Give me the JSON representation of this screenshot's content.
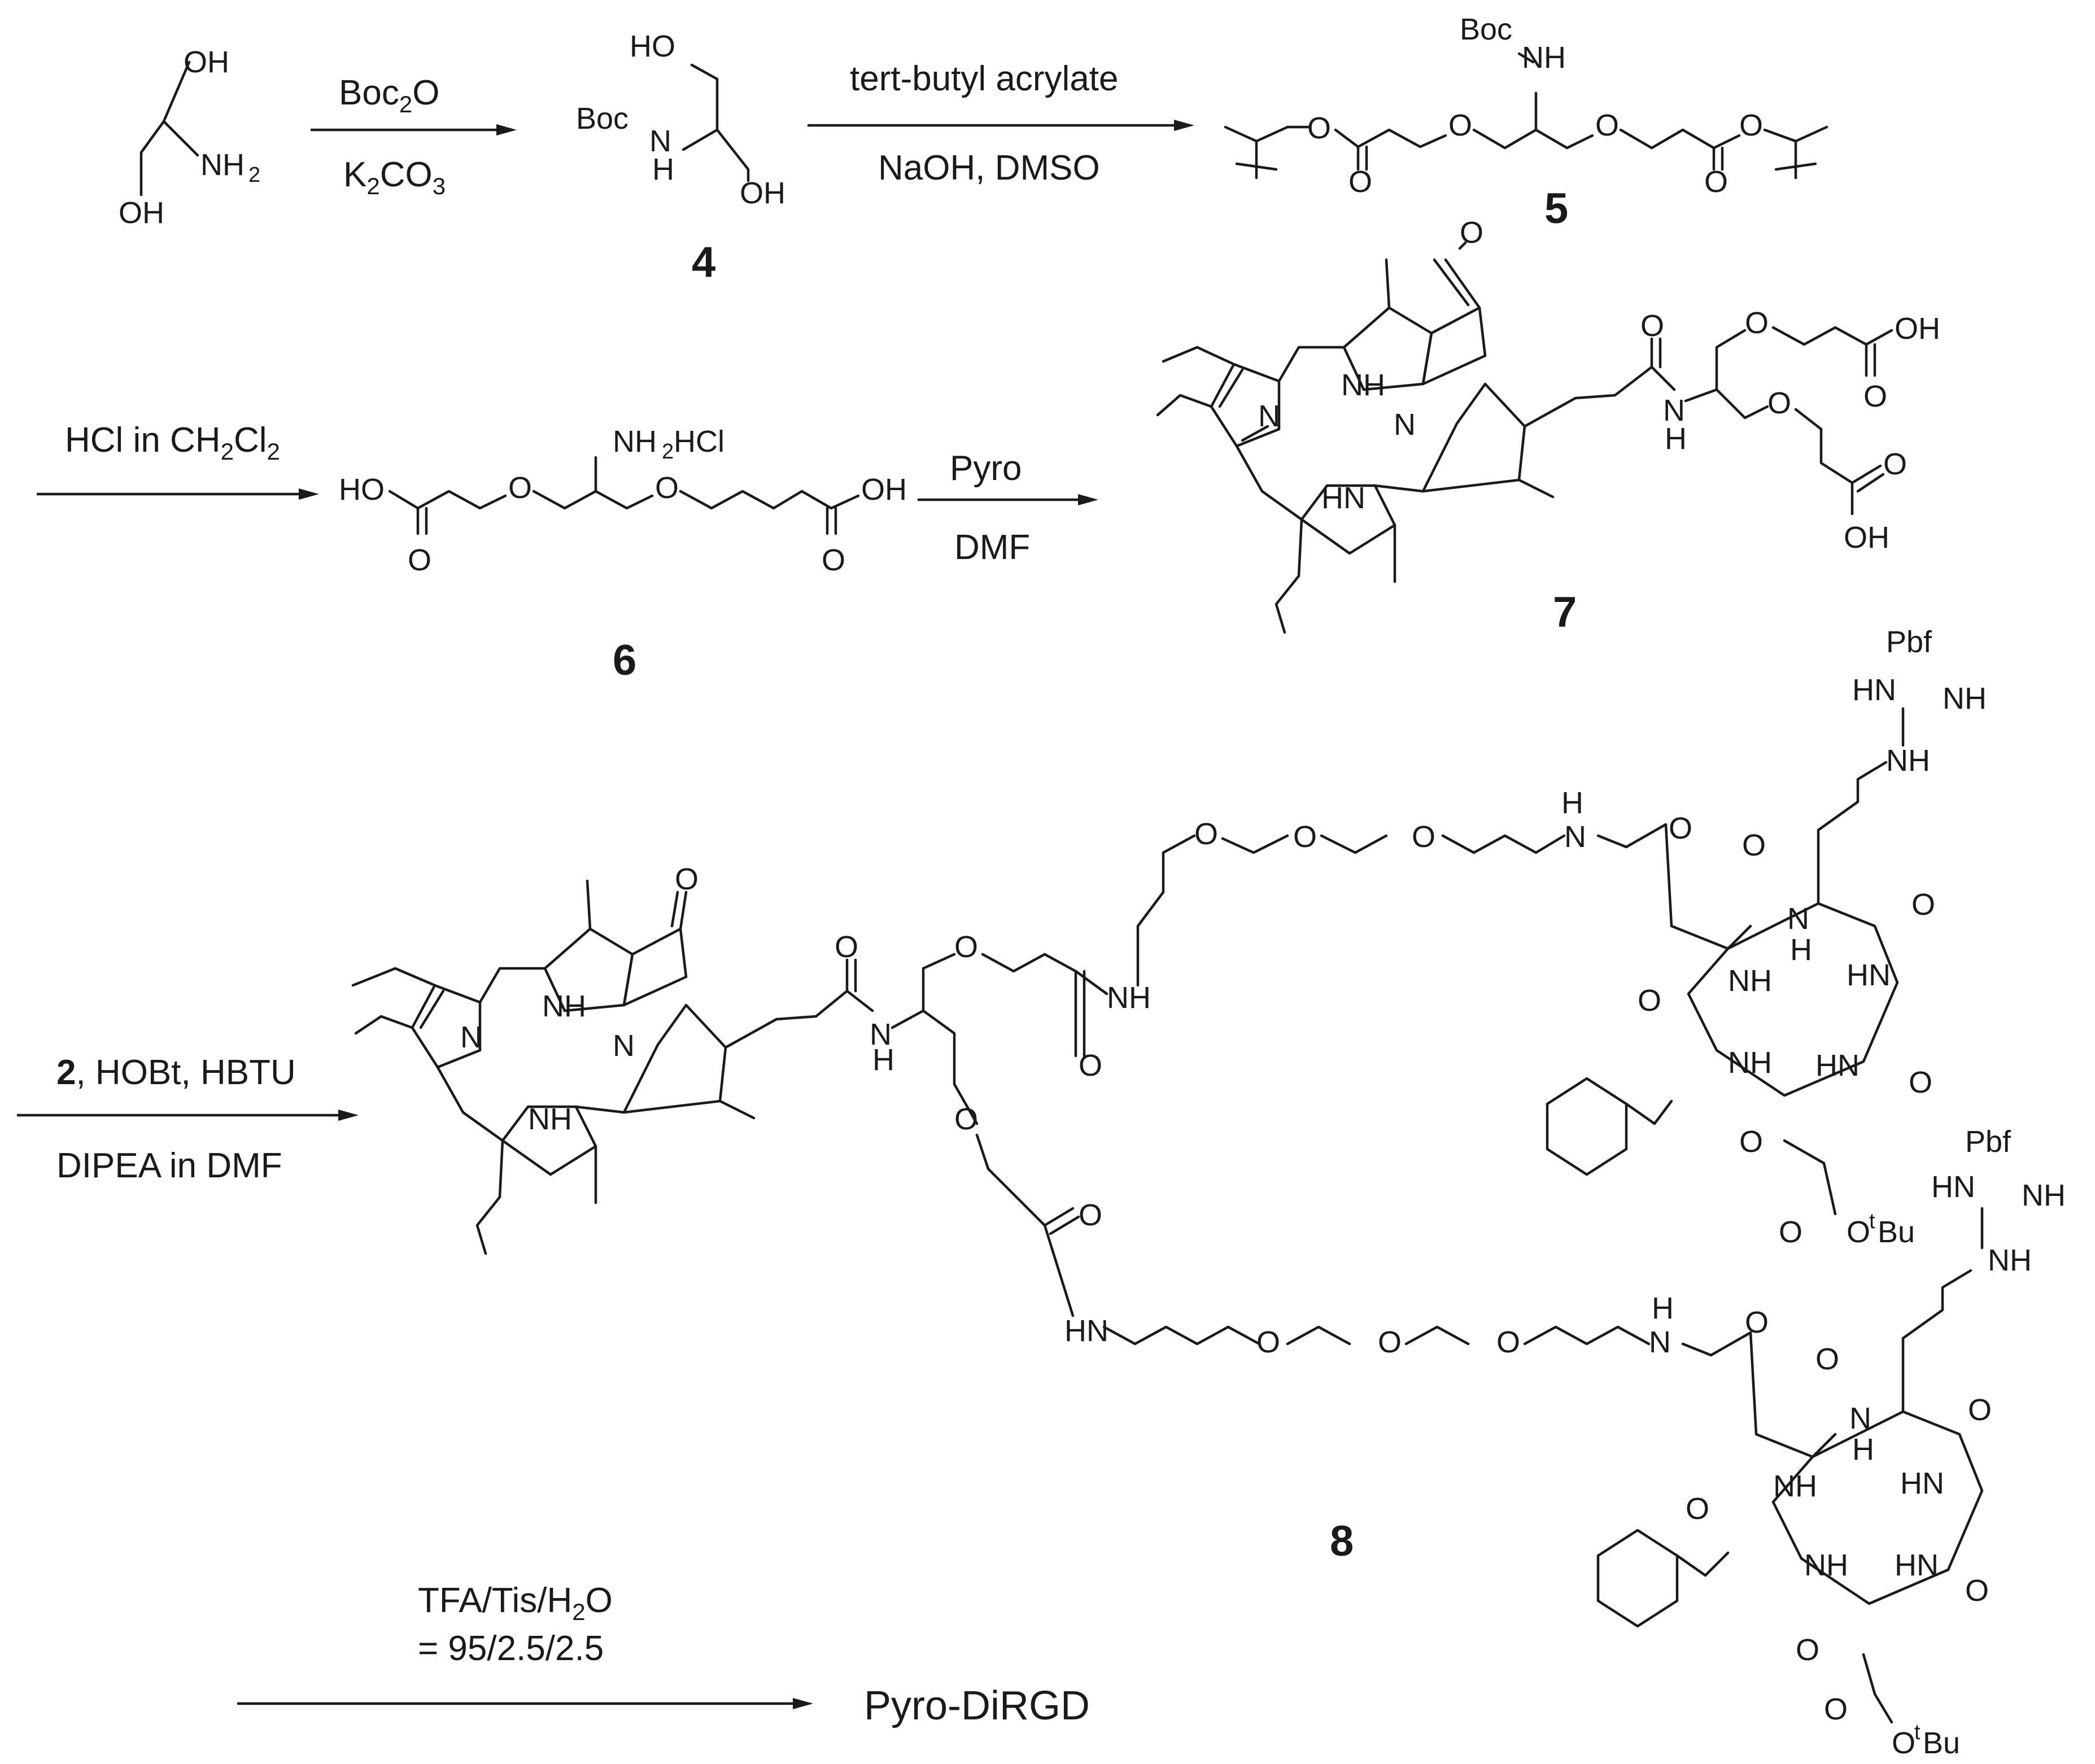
{
  "scheme": {
    "step1": {
      "reagent_top": "Boc2O",
      "reagent_bottom": "K2CO3"
    },
    "step2": {
      "reagent_top": "tert-butyl acrylate",
      "reagent_bottom": "NaOH, DMSO"
    },
    "step3": {
      "reagent_top": "HCl in CH2Cl2"
    },
    "step4": {
      "reagent_top": "Pyro",
      "reagent_bottom": "DMF"
    },
    "step5": {
      "reagent_top_bold": "2",
      "reagent_top_rest": ", HOBt, HBTU",
      "reagent_bottom": "DIPEA in DMF"
    },
    "step6": {
      "reagent_top": "TFA/Tis/H2O",
      "reagent_bottom": "= 95/2.5/2.5"
    },
    "compounds": {
      "c4": "4",
      "c5": "5",
      "c6": "6",
      "c7": "7",
      "c8": "8"
    },
    "product": "Pyro-DiRGD"
  }
}
